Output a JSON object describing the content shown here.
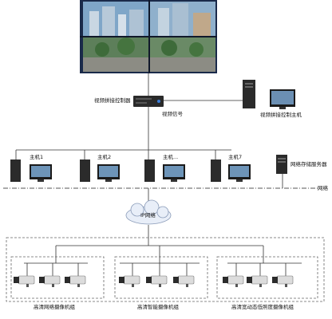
{
  "labels": {
    "video_controller": "视频拼接控制器",
    "video_signal": "视频信号",
    "splice_host": "视频拼接控制主机",
    "host1": "主机1",
    "host2": "主机2",
    "host3": "主机...",
    "host7": "主机7",
    "storage": "网络存储服务器",
    "network": "网络",
    "ip_network": "IP网络",
    "group1": "高清网络摄像机组",
    "group2": "高清智能摄像机组",
    "group3": "高清宽动态低照度摄像机组"
  },
  "colors": {
    "line": "#333333",
    "dash": "#555555",
    "cloud_fill": "#e8eef8",
    "monitor_frame": "#1a2a4a",
    "camera_body": "#dcdcdc"
  }
}
